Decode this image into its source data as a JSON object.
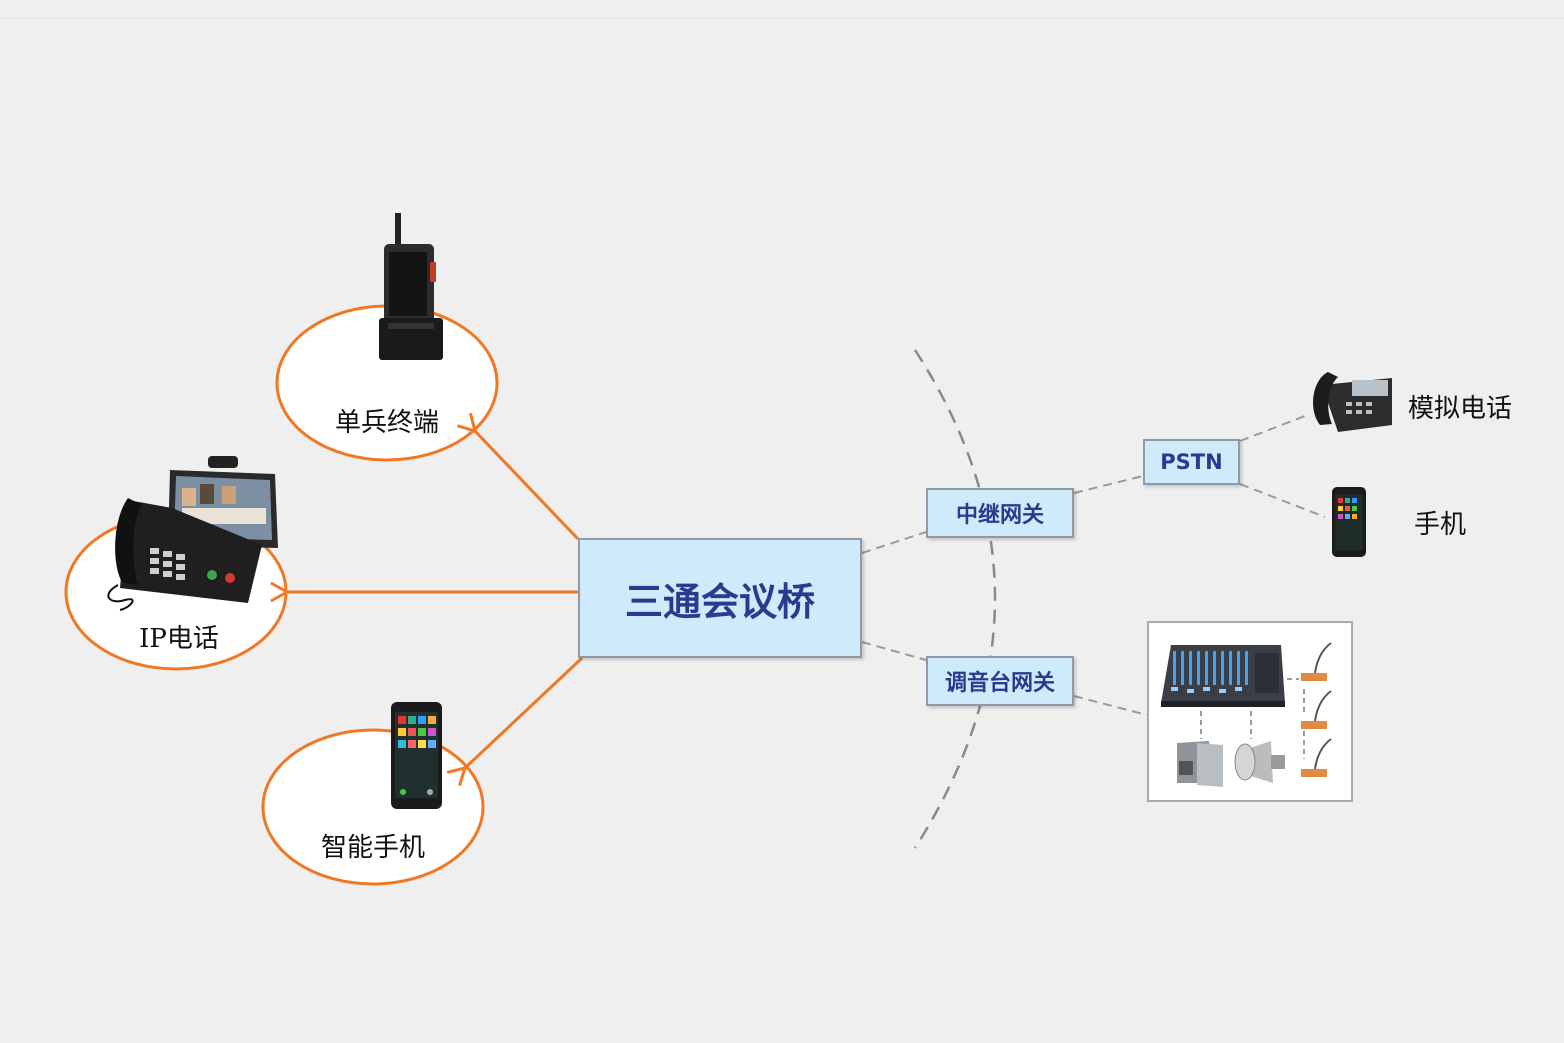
{
  "center": {
    "label": "三通会议桥"
  },
  "left_nodes": [
    {
      "label": "单兵终端",
      "icon": "rugged-handheld-terminal-icon"
    },
    {
      "label": "IP电话",
      "icon": "video-ip-phone-icon"
    },
    {
      "label": "智能手机",
      "icon": "smartphone-icon"
    }
  ],
  "gateways": {
    "trunk": {
      "label": "中继网关"
    },
    "mixer": {
      "label": "调音台网关"
    }
  },
  "pstn": {
    "label": "PSTN"
  },
  "endpoints": {
    "analog_phone": {
      "label": "模拟电话",
      "icon": "desk-phone-icon"
    },
    "mobile": {
      "label": "手机",
      "icon": "mobile-phone-icon"
    }
  },
  "audio_equipment": {
    "icons": [
      "audio-mixer-icon",
      "speaker-cabinet-icon",
      "horn-speaker-icon",
      "gooseneck-microphone-icon"
    ]
  },
  "colors": {
    "background": "#efefef",
    "box_fill": "#cfeafb",
    "box_border": "#8f9aa6",
    "box_text": "#2b3a8f",
    "arrow_orange": "#f07822",
    "dashed_gray": "#8a8a8a"
  }
}
